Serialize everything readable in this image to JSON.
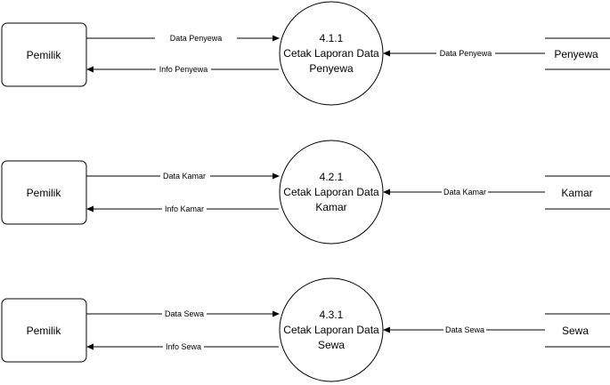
{
  "rows": [
    {
      "entity": "Pemilik",
      "process": {
        "id": "4.1.1",
        "line1": "Cetak Laporan Data",
        "line2": "Penyewa"
      },
      "flow_in": "Data Penyewa",
      "flow_out": "Info Penyewa",
      "store_flow": "Data Penyewa",
      "store": "Penyewa"
    },
    {
      "entity": "Pemilik",
      "process": {
        "id": "4.2.1",
        "line1": "Cetak Laporan Data",
        "line2": "Kamar"
      },
      "flow_in": "Data Kamar",
      "flow_out": "Info Kamar",
      "store_flow": "Data Kamar",
      "store": "Kamar"
    },
    {
      "entity": "Pemilik",
      "process": {
        "id": "4.3.1",
        "line1": "Cetak Laporan Data",
        "line2": "Sewa"
      },
      "flow_in": "Data Sewa",
      "flow_out": "Info Sewa",
      "store_flow": "Data Sewa",
      "store": "Sewa"
    }
  ]
}
